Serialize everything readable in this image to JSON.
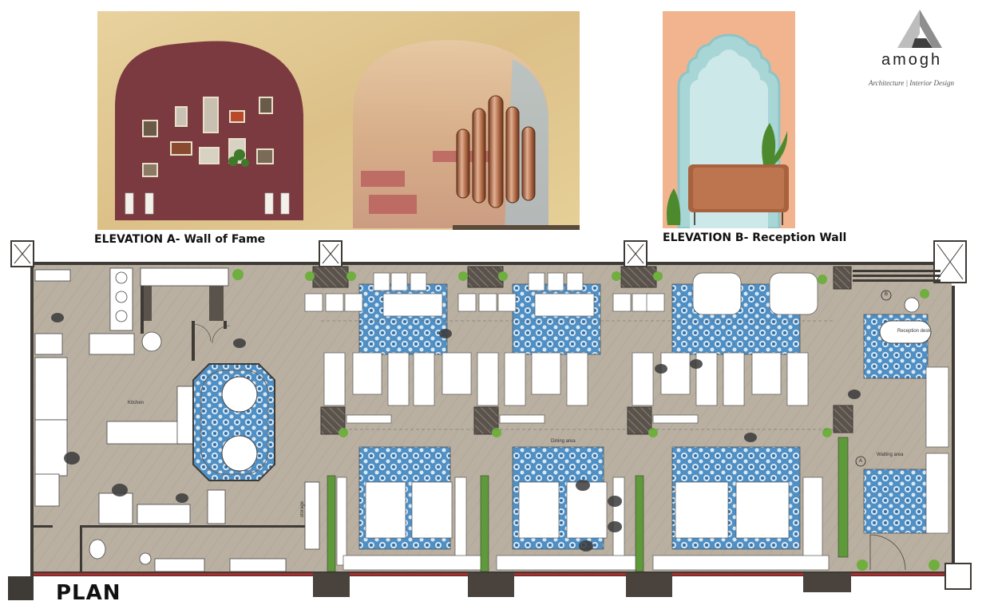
{
  "elevation_a": {
    "label": "ELEVATION A- Wall of Fame"
  },
  "elevation_b": {
    "label": "ELEVATION B- Reception Wall"
  },
  "plan": {
    "label": "PLAN",
    "rooms": {
      "kitchen": "Kitchen",
      "dining": "Dining area",
      "waiting": "Waiting area",
      "reception_desk": "Reception desk",
      "storage": "storage"
    },
    "markers": {
      "a": "A",
      "b": "B"
    }
  },
  "brand": {
    "name": "amogh",
    "tagline": "Architecture | Interior Design"
  },
  "colors": {
    "elevation_plaster": "#e2c98f",
    "wall_of_fame_arch": "#7a3a3f",
    "reception_wall": "#f1b48f",
    "reception_arch": "#a8d5d6",
    "floor": "#b8afa0",
    "tile_blue": "#4f8fc4",
    "wall_dark": "#3e3a36",
    "planter_green": "#5e9a3a",
    "copper": "#b06c48"
  }
}
